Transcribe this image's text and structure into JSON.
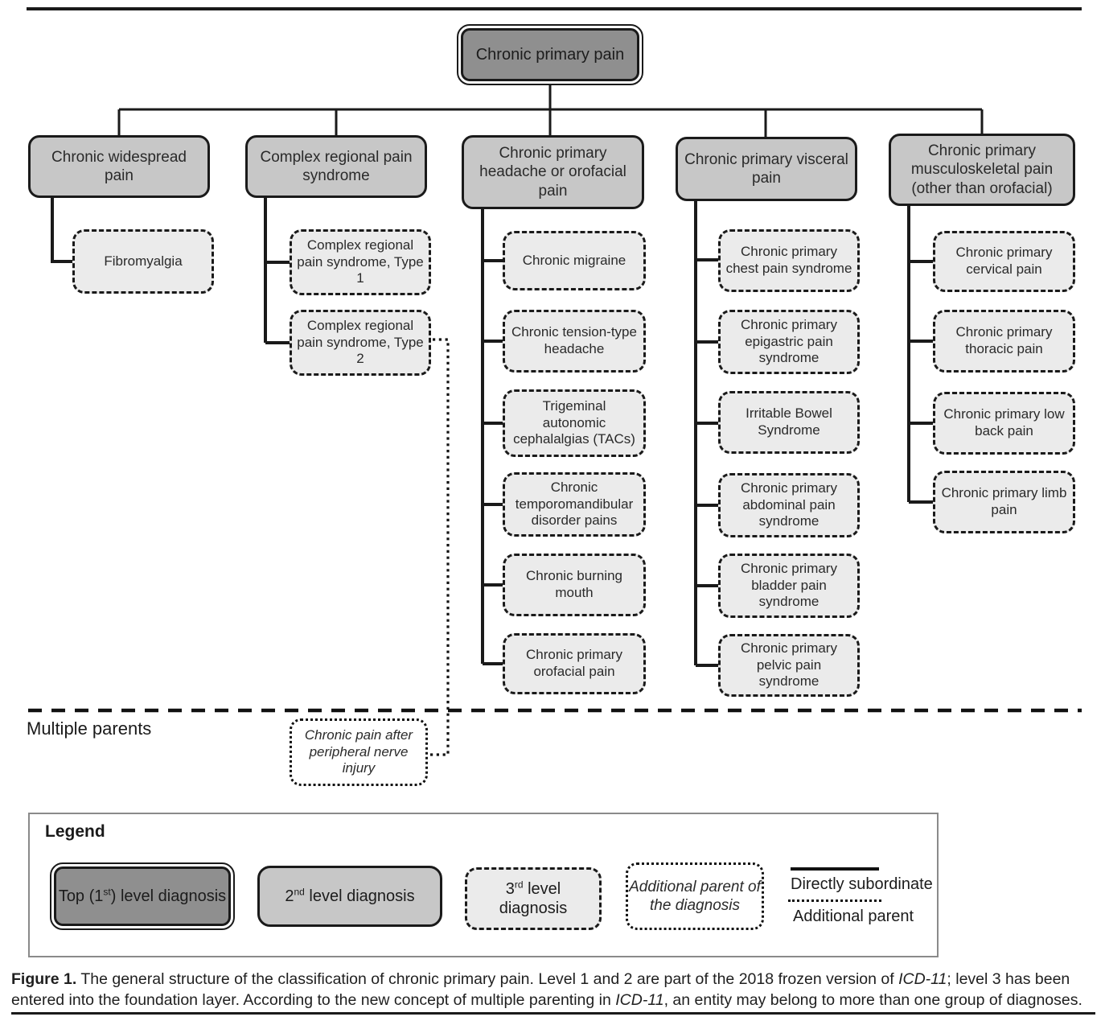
{
  "colors": {
    "level1_fill": "#8f8f8f",
    "level2_fill": "#c7c7c7",
    "level3_fill": "#ebebeb",
    "line": "#1a1a1a"
  },
  "figure": {
    "root": {
      "label": "Chronic primary pain"
    },
    "branches": [
      {
        "label": "Chronic widespread pain",
        "children": [
          "Fibromyalgia"
        ]
      },
      {
        "label": "Complex regional pain syndrome",
        "children": [
          "Complex regional pain syndrome, Type 1",
          "Complex regional pain syndrome, Type 2"
        ]
      },
      {
        "label": "Chronic primary headache or orofacial pain",
        "children": [
          "Chronic migraine",
          "Chronic tension-type headache",
          "Trigeminal autonomic cephalalgias (TACs)",
          "Chronic temporomandibular disorder pains",
          "Chronic burning mouth",
          "Chronic primary orofacial pain"
        ]
      },
      {
        "label": "Chronic primary visceral pain",
        "children": [
          "Chronic primary chest pain syndrome",
          "Chronic primary epigastric pain syndrome",
          "Irritable Bowel Syndrome",
          "Chronic primary abdominal pain syndrome",
          "Chronic primary bladder pain syndrome",
          "Chronic primary pelvic pain syndrome"
        ]
      },
      {
        "label": "Chronic primary musculoskeletal pain (other than orofacial)",
        "children": [
          "Chronic primary cervical pain",
          "Chronic primary thoracic pain",
          "Chronic primary low back pain",
          "Chronic primary limb pain"
        ]
      }
    ],
    "multiple_parents": {
      "label": "Multiple parents",
      "node": "Chronic pain after peripheral nerve injury"
    }
  },
  "legend": {
    "title": "Legend",
    "top_level": {
      "pre": "Top (1",
      "sup": "st",
      "post": ")  level diagnosis"
    },
    "second_level": {
      "pre": "2",
      "sup": "nd",
      "post": " level diagnosis"
    },
    "third_level": {
      "pre": "3",
      "sup": "rd",
      "post": " level diagnosis"
    },
    "additional_parent_box": "Additional parent of the diagnosis",
    "line_solid": "Directly subordinate",
    "line_dotted": "Additional parent"
  },
  "caption": {
    "label": "Figure 1.",
    "part1": " The general structure of the classification of chronic primary pain. Level 1 and 2 are part of the 2018 frozen version of ",
    "italic1": "ICD-11",
    "part2": "; level 3 has been entered into the foundation layer. According to the new concept of multiple parenting in ",
    "italic2": "ICD-11",
    "part3": ", an entity may belong to more than one group of diagnoses."
  }
}
